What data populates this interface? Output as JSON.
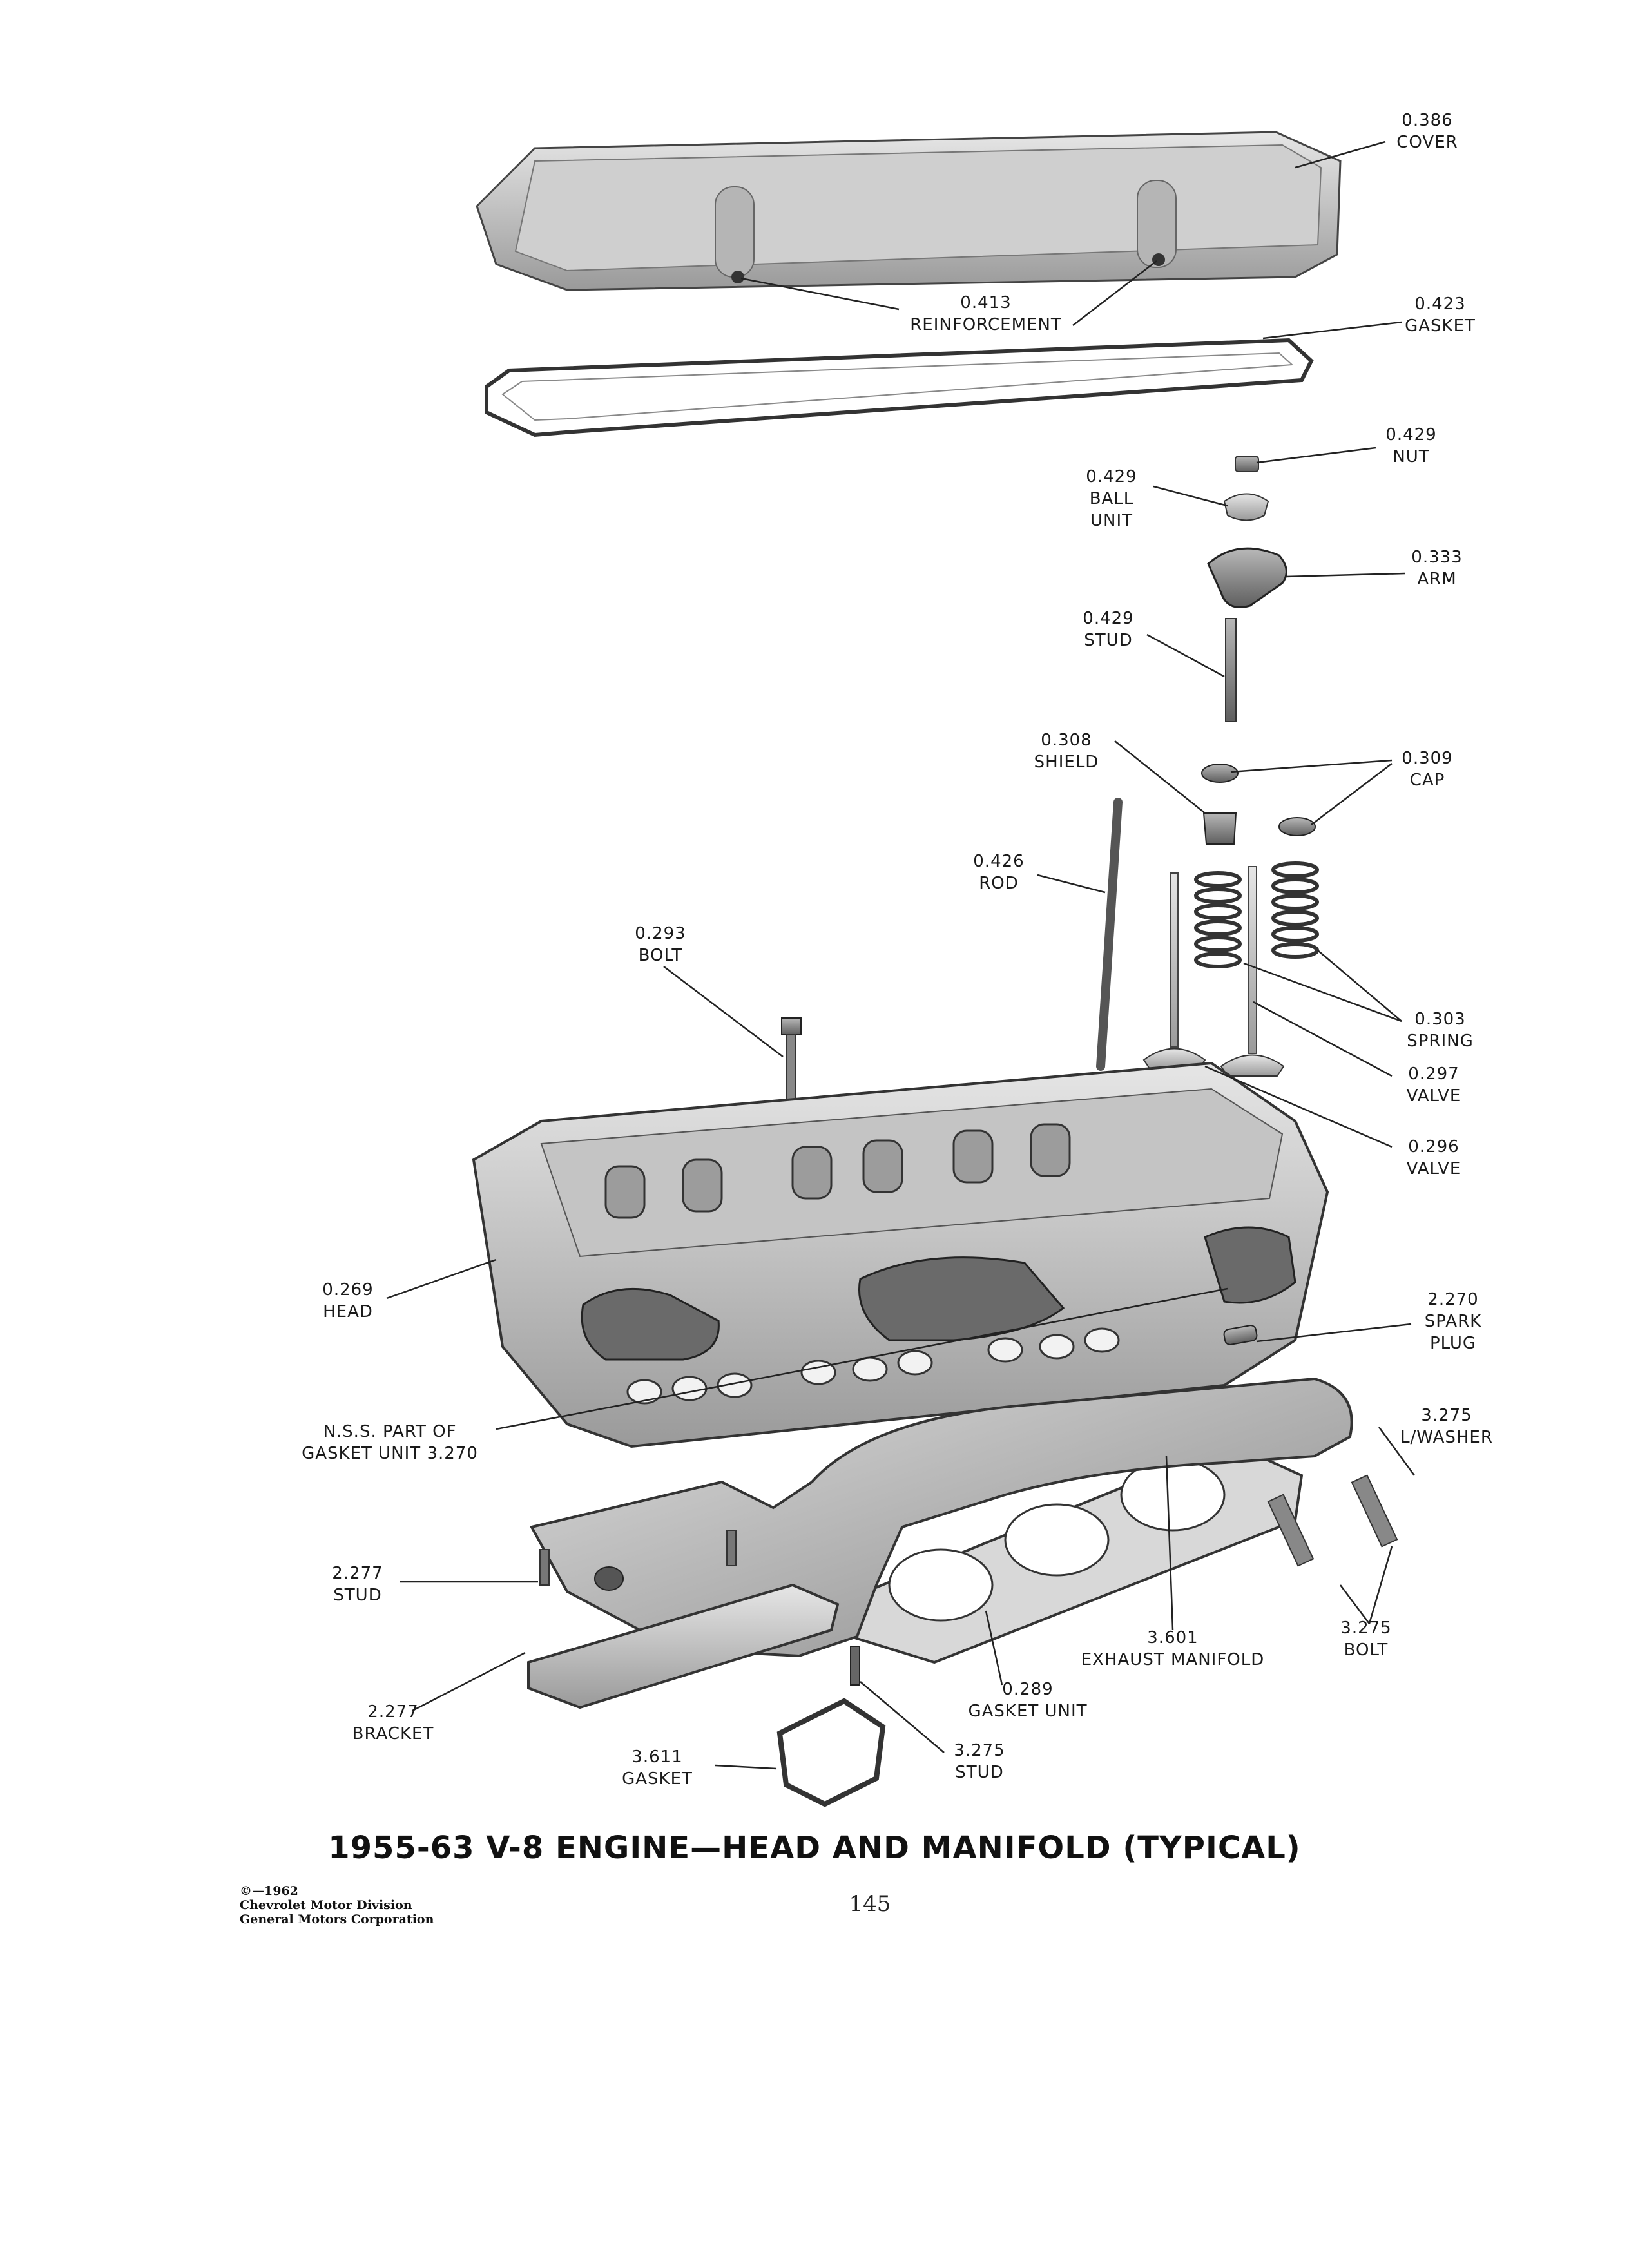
{
  "title": "1955-63 V-8 ENGINE—HEAD AND MANIFOLD (TYPICAL)",
  "page_number": "145",
  "copyright": [
    "©—1962",
    "Chevrolet Motor Division",
    "General Motors Corporation"
  ],
  "labels": {
    "cover": [
      "0.386",
      "COVER"
    ],
    "reinforcement": [
      "0.413",
      "REINFORCEMENT"
    ],
    "gasket_cover": [
      "0.423",
      "GASKET"
    ],
    "nut": [
      "0.429",
      "NUT"
    ],
    "ball_unit": [
      "0.429",
      "BALL",
      "UNIT"
    ],
    "arm": [
      "0.333",
      "ARM"
    ],
    "stud_rocker": [
      "0.429",
      "STUD"
    ],
    "shield": [
      "0.308",
      "SHIELD"
    ],
    "cap": [
      "0.309",
      "CAP"
    ],
    "rod": [
      "0.426",
      "ROD"
    ],
    "bolt_head": [
      "0.293",
      "BOLT"
    ],
    "spring": [
      "0.303",
      "SPRING"
    ],
    "valve_297": [
      "0.297",
      "VALVE"
    ],
    "valve_296": [
      "0.296",
      "VALVE"
    ],
    "head": [
      "0.269",
      "HEAD"
    ],
    "spark_plug": [
      "2.270",
      "SPARK",
      "PLUG"
    ],
    "nss": [
      "N.S.S. PART OF",
      "GASKET UNIT 3.270"
    ],
    "lwasher": [
      "3.275",
      "L/WASHER"
    ],
    "stud_manifold": [
      "2.277",
      "STUD"
    ],
    "exhaust_manifold": [
      "3.601",
      "EXHAUST MANIFOLD"
    ],
    "bolt_manifold": [
      "3.275",
      "BOLT"
    ],
    "bracket": [
      "2.277",
      "BRACKET"
    ],
    "gasket_unit": [
      "0.289",
      "GASKET UNIT"
    ],
    "gasket_flange": [
      "3.611",
      "GASKET"
    ],
    "stud_flange": [
      "3.275",
      "STUD"
    ]
  }
}
